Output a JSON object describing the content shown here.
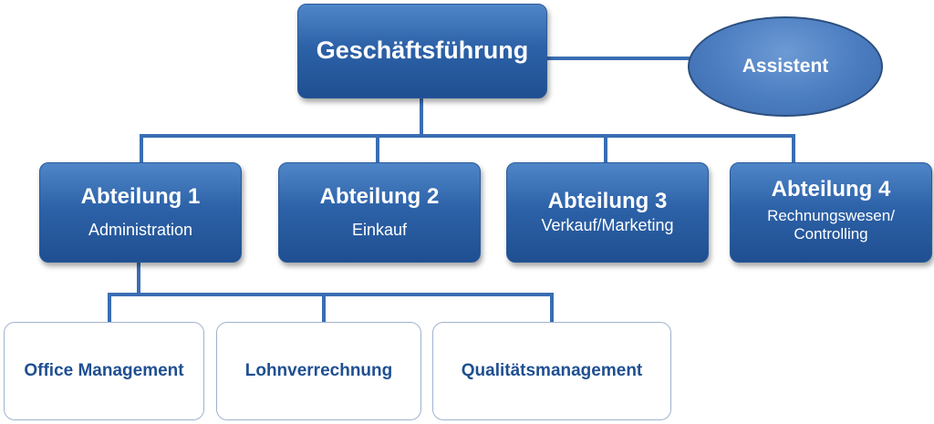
{
  "top": {
    "title": "Geschäftsführung"
  },
  "assistant": {
    "title": "Assistent"
  },
  "departments": [
    {
      "title": "Abteilung 1",
      "subtitle": "Administration"
    },
    {
      "title": "Abteilung 2",
      "subtitle": "Einkauf"
    },
    {
      "title": "Abteilung 3",
      "subtitle": "Verkauf/Marketing"
    },
    {
      "title": "Abteilung 4",
      "subtitle_line1": "Rechnungswesen/",
      "subtitle_line2": "Controlling"
    }
  ],
  "sub_units": [
    {
      "title": "Office Management"
    },
    {
      "title": "Lohnverrechnung"
    },
    {
      "title": "Qualitätsmanagement"
    }
  ],
  "colors": {
    "box_blue": "#2d62a8",
    "line_blue": "#3a6db3",
    "sub_text": "#1f4f91"
  }
}
